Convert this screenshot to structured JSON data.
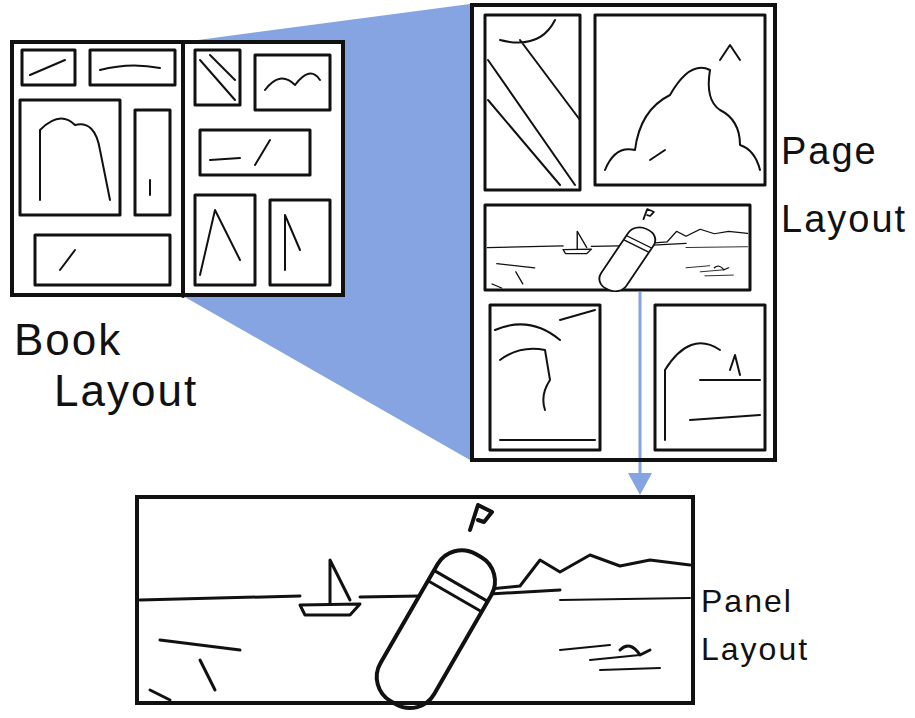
{
  "diagram": {
    "nodes": [
      {
        "text": [
          "Book Layout"
        ]
      },
      {
        "text": [
          "Page Layout"
        ]
      },
      {
        "text": [
          "Panel Layout"
        ]
      }
    ],
    "edges": [
      {
        "from": 1,
        "to": 2,
        "arrow": "to"
      }
    ]
  }
}
